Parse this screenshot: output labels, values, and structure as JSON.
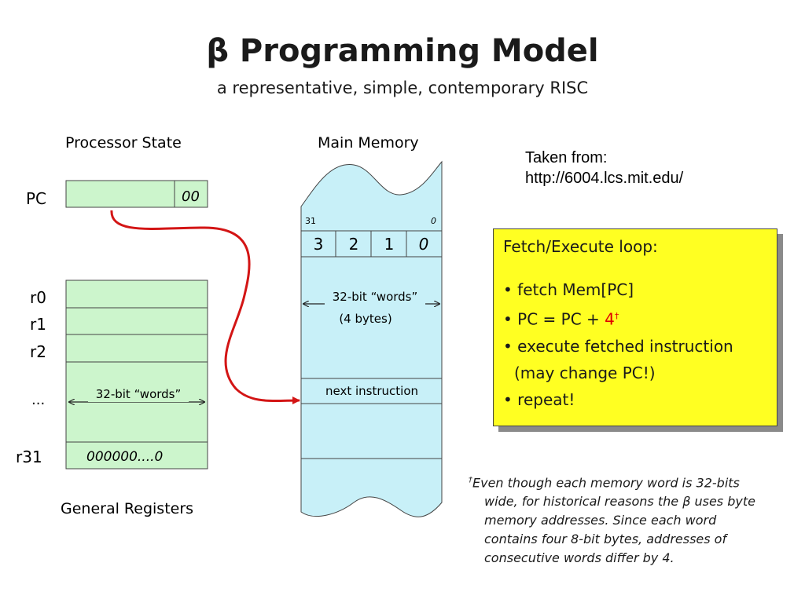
{
  "title": "β Programming Model",
  "subtitle": "a representative, simple, contemporary RISC",
  "processor_state": {
    "heading": "Processor State",
    "pc_label": "PC",
    "pc_suffix": "00"
  },
  "registers": {
    "labels": [
      "r0",
      "r1",
      "r2",
      "...",
      "r31"
    ],
    "width_note": "32-bit “words”",
    "r31_value": "000000....0",
    "caption": "General Registers"
  },
  "memory": {
    "heading": "Main Memory",
    "bit_high": "31",
    "bit_low": "0",
    "bytes": [
      "3",
      "2",
      "1",
      "0"
    ],
    "width_note": "32-bit “words”",
    "bytes_note": "(4 bytes)",
    "next_instruction": "next instruction"
  },
  "credit": {
    "line1": "Taken from:",
    "line2": "http://6004.lcs.mit.edu/"
  },
  "loop_box": {
    "heading": "Fetch/Execute loop:",
    "items": {
      "fetch": "• fetch Mem[PC]",
      "pc_prefix": "• PC = PC + ",
      "pc_increment": "4",
      "dagger": "†",
      "execute": "• execute fetched instruction",
      "execute_sub": "(may change PC!)",
      "repeat": "• repeat!"
    }
  },
  "footnote": {
    "mark": "†",
    "lines": [
      "Even though each memory word is 32-bits",
      "wide, for historical reasons the β uses byte",
      "memory addresses.  Since each word",
      "contains four 8-bit bytes, addresses of",
      "consecutive words differ by 4."
    ]
  },
  "colors": {
    "register_fill": "#ccf5cc",
    "memory_fill": "#c8f0f8",
    "arrow": "#d31515",
    "loop_box": "#ffff22"
  }
}
